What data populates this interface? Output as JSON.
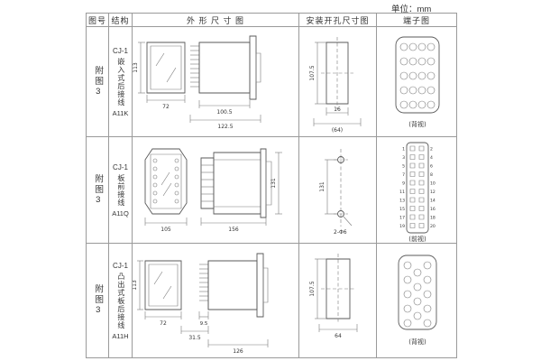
{
  "page": {
    "unit": "单位：mm"
  },
  "headers": {
    "fig": "图号",
    "structure": "结构",
    "outline": "外 形 尺 寸 图",
    "mounting": "安装开孔尺寸图",
    "terminal": "端子图"
  },
  "rows": [
    {
      "fig": "附图3",
      "model": "CJ-1",
      "desc": "嵌入式后接线",
      "code": "A11K",
      "dims": {
        "front_h": "113",
        "front_w": "72",
        "side_w": "100.5",
        "overall_w": "122.5"
      },
      "mount": {
        "h": "107.5",
        "w1": "16",
        "w2": "(64)"
      },
      "terminal_view": "(背视)"
    },
    {
      "fig": "附图3",
      "model": "CJ-1",
      "desc": "板前接线",
      "code": "A11Q",
      "dims": {
        "front_w": "105",
        "side_w": "156",
        "side_h": "131"
      },
      "mount": {
        "h": "131",
        "hole": "2-Φ6"
      },
      "terminal_view": "(前视)",
      "terminal_numbers_left": [
        "1",
        "3",
        "5",
        "7",
        "9",
        "11",
        "13",
        "15",
        "17",
        "19"
      ],
      "terminal_numbers_right": [
        "2",
        "4",
        "6",
        "8",
        "10",
        "12",
        "14",
        "16",
        "18",
        "20"
      ]
    },
    {
      "fig": "附图3",
      "model": "CJ-1",
      "desc": "凸出式板后接线",
      "code": "A11H",
      "dims": {
        "front_h": "113",
        "front_w": "72",
        "depth": "31.5",
        "pin": "9.5",
        "overall_w": "126"
      },
      "mount": {
        "h": "107.5",
        "w": "64"
      },
      "terminal_view": "(背视)"
    }
  ]
}
